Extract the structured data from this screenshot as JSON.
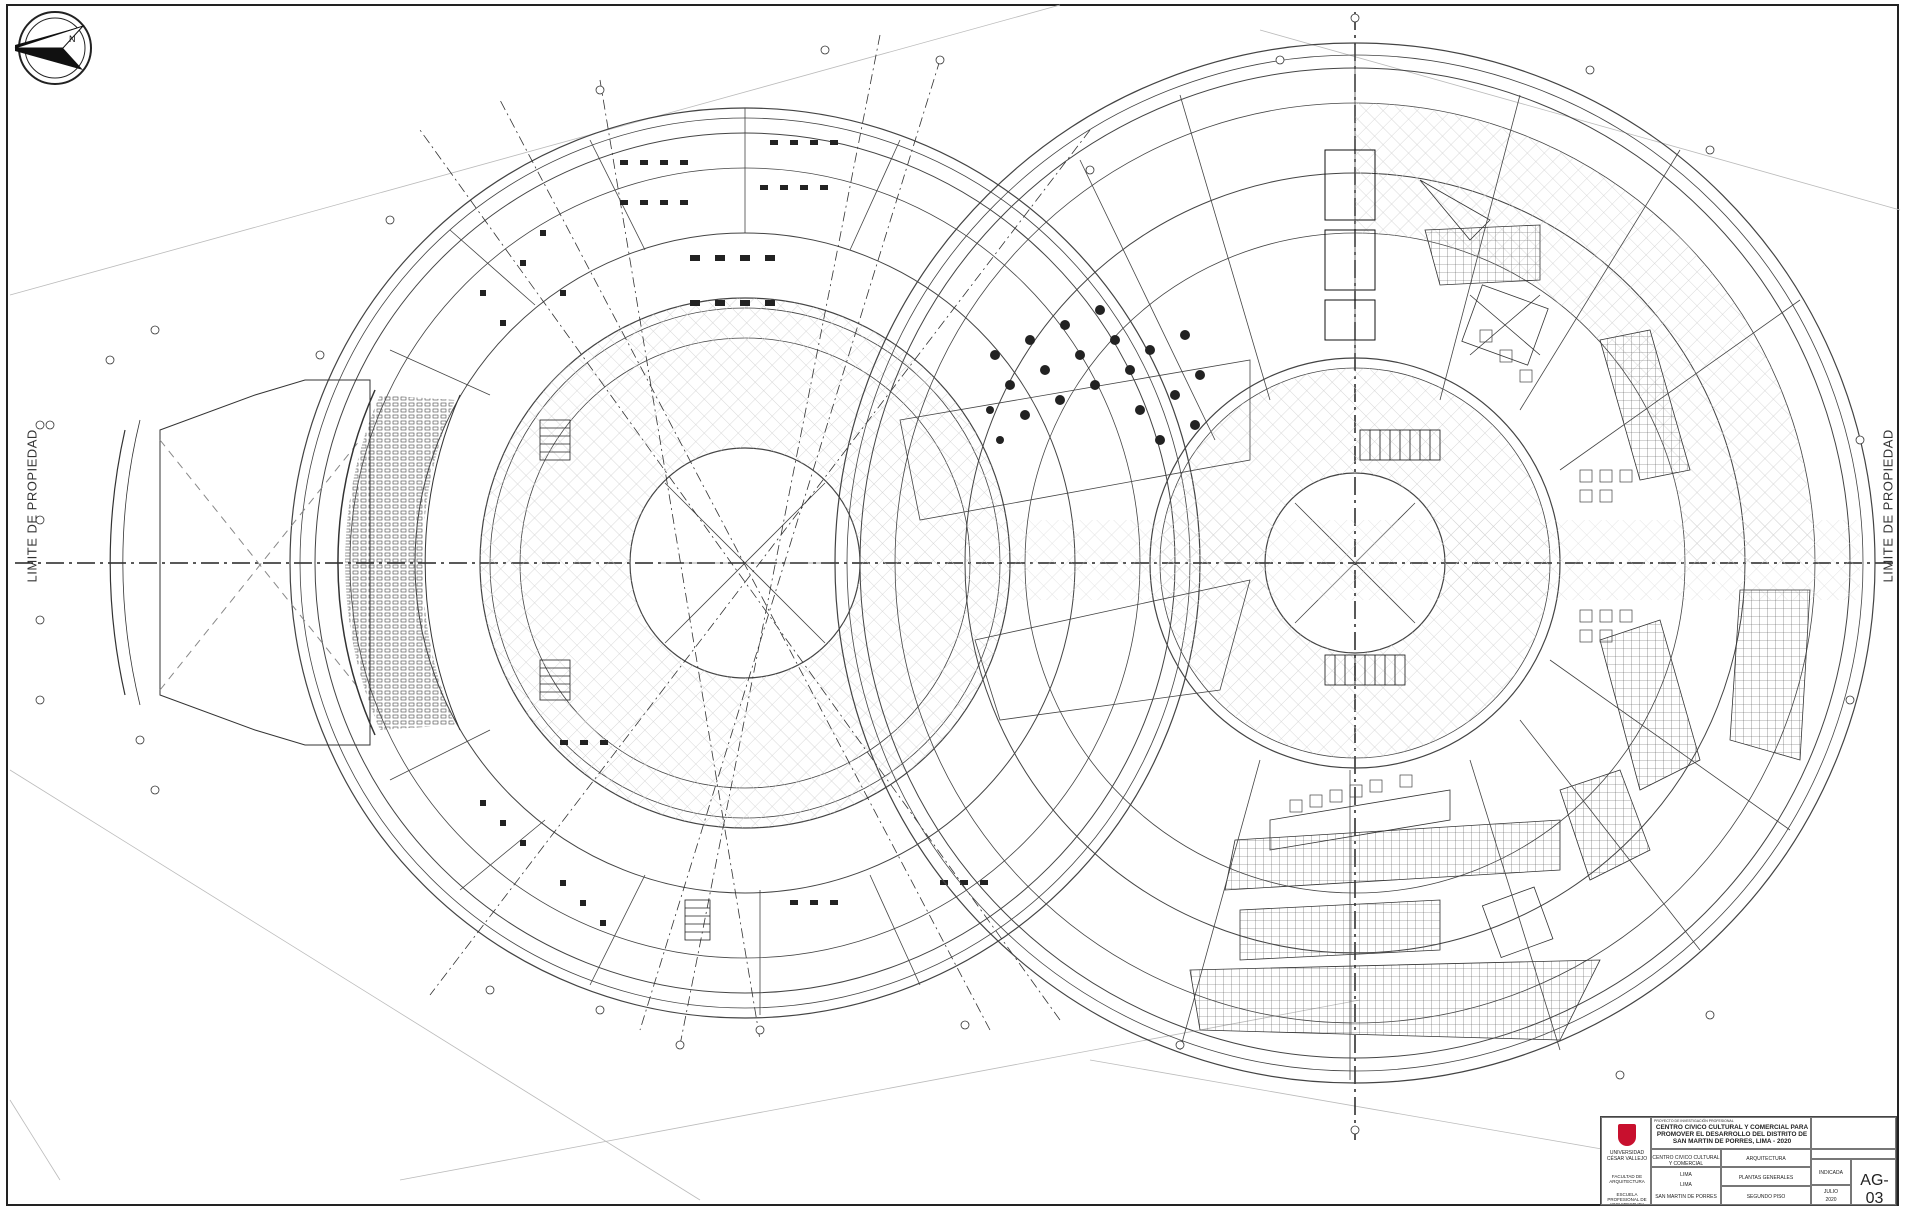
{
  "sheet": {
    "left_boundary_label": "LIMITE DE PROPIEDAD",
    "right_boundary_label": "LIMITE DE PROPIEDAD"
  },
  "title_block": {
    "university": "UNIVERSIDAD CÉSAR VALLEJO",
    "faculty": "FACULTAD DE ARQUITECTURA",
    "school": "ESCUELA PROFESIONAL DE ARQUITECTURA",
    "project_header": "PROYECTO DE INVESTIGACIÓN PROFESIONAL",
    "project_title": "CENTRO CIVICO CULTURAL Y COMERCIAL PARA PROMOVER EL DESARROLLO DEL DISTRITO DE SAN MARTIN DE PORRES, LIMA - 2020",
    "project_name": "CENTRO CIVICO CULTURAL Y COMERCIAL",
    "specialty": "ARQUITECTURA",
    "department": "LIMA",
    "province": "LIMA",
    "district": "SAN MARTIN DE PORRES",
    "plan": "PLANTAS GENERALES",
    "level": "SEGUNDO PISO",
    "scale": "INDICADA",
    "date_month": "JULIO",
    "date_year": "2020",
    "sheet_number": "AG-03"
  }
}
